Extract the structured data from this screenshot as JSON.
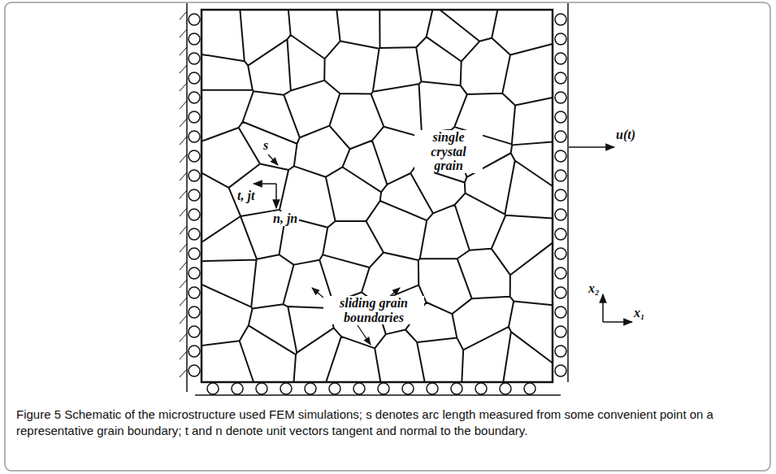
{
  "diagram": {
    "caption": "Figure 5 Schematic of the microstructure used FEM simulations; s denotes arc length measured from some convenient point on a representative grain boundary; t and n denote unit vectors tangent and normal to the boundary.",
    "labels": [
      "s",
      "t, jt",
      "n, jn",
      "single crystal grain",
      "sliding grain boundaries",
      "u(t)",
      "x₂",
      "x₁"
    ]
  }
}
